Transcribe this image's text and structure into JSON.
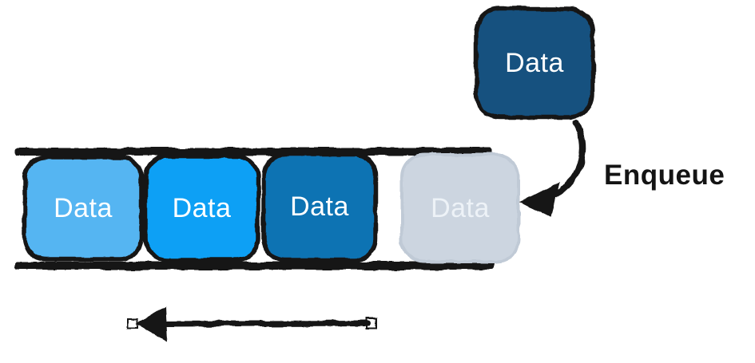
{
  "diagram": {
    "type": "queue-enqueue-illustration",
    "operation_label": "Enqueue",
    "incoming_item": {
      "label": "Data",
      "fill": "#15517f",
      "text_color": "#ffffff"
    },
    "queue_items": [
      {
        "label": "Data",
        "fill": "#55b5f2",
        "text_color": "#ffffff"
      },
      {
        "label": "Data",
        "fill": "#0aa0f5",
        "text_color": "#ffffff"
      },
      {
        "label": "Data",
        "fill": "#1173b3",
        "text_color": "#ffffff"
      },
      {
        "label": "Data",
        "fill": "#ccd5e0",
        "text_color": "#edf2f7",
        "state": "entering"
      }
    ],
    "colors": {
      "ink": "#141414",
      "entering_item_border": "#c0cad6",
      "endpoint_square_fill": "#ffffff",
      "background": "#ffffff"
    }
  }
}
